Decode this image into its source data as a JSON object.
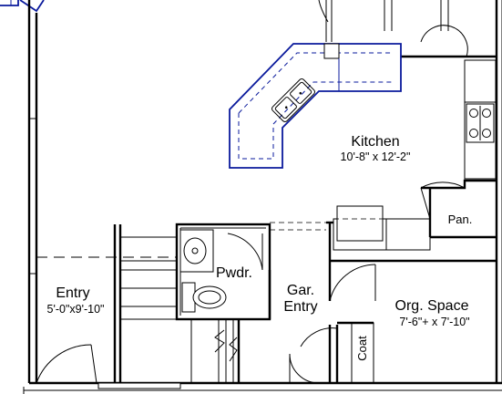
{
  "rooms": {
    "kitchen": {
      "name": "Kitchen",
      "dims": "10'-8\" x 12'-2\""
    },
    "entry": {
      "name": "Entry",
      "dims": "5'-0\"x9'-10\""
    },
    "powder": {
      "name": "Pwdr."
    },
    "garage_entry": {
      "line1": "Gar.",
      "line2": "Entry"
    },
    "org_space": {
      "name": "Org. Space",
      "dims": "7'-6\"+ x 7'-10\""
    },
    "pantry": {
      "name": "Pan."
    },
    "coat": {
      "name": "Coat"
    }
  },
  "colors": {
    "walls": "#000000",
    "cabinets": "#0a1a9c",
    "background": "#ffffff"
  }
}
